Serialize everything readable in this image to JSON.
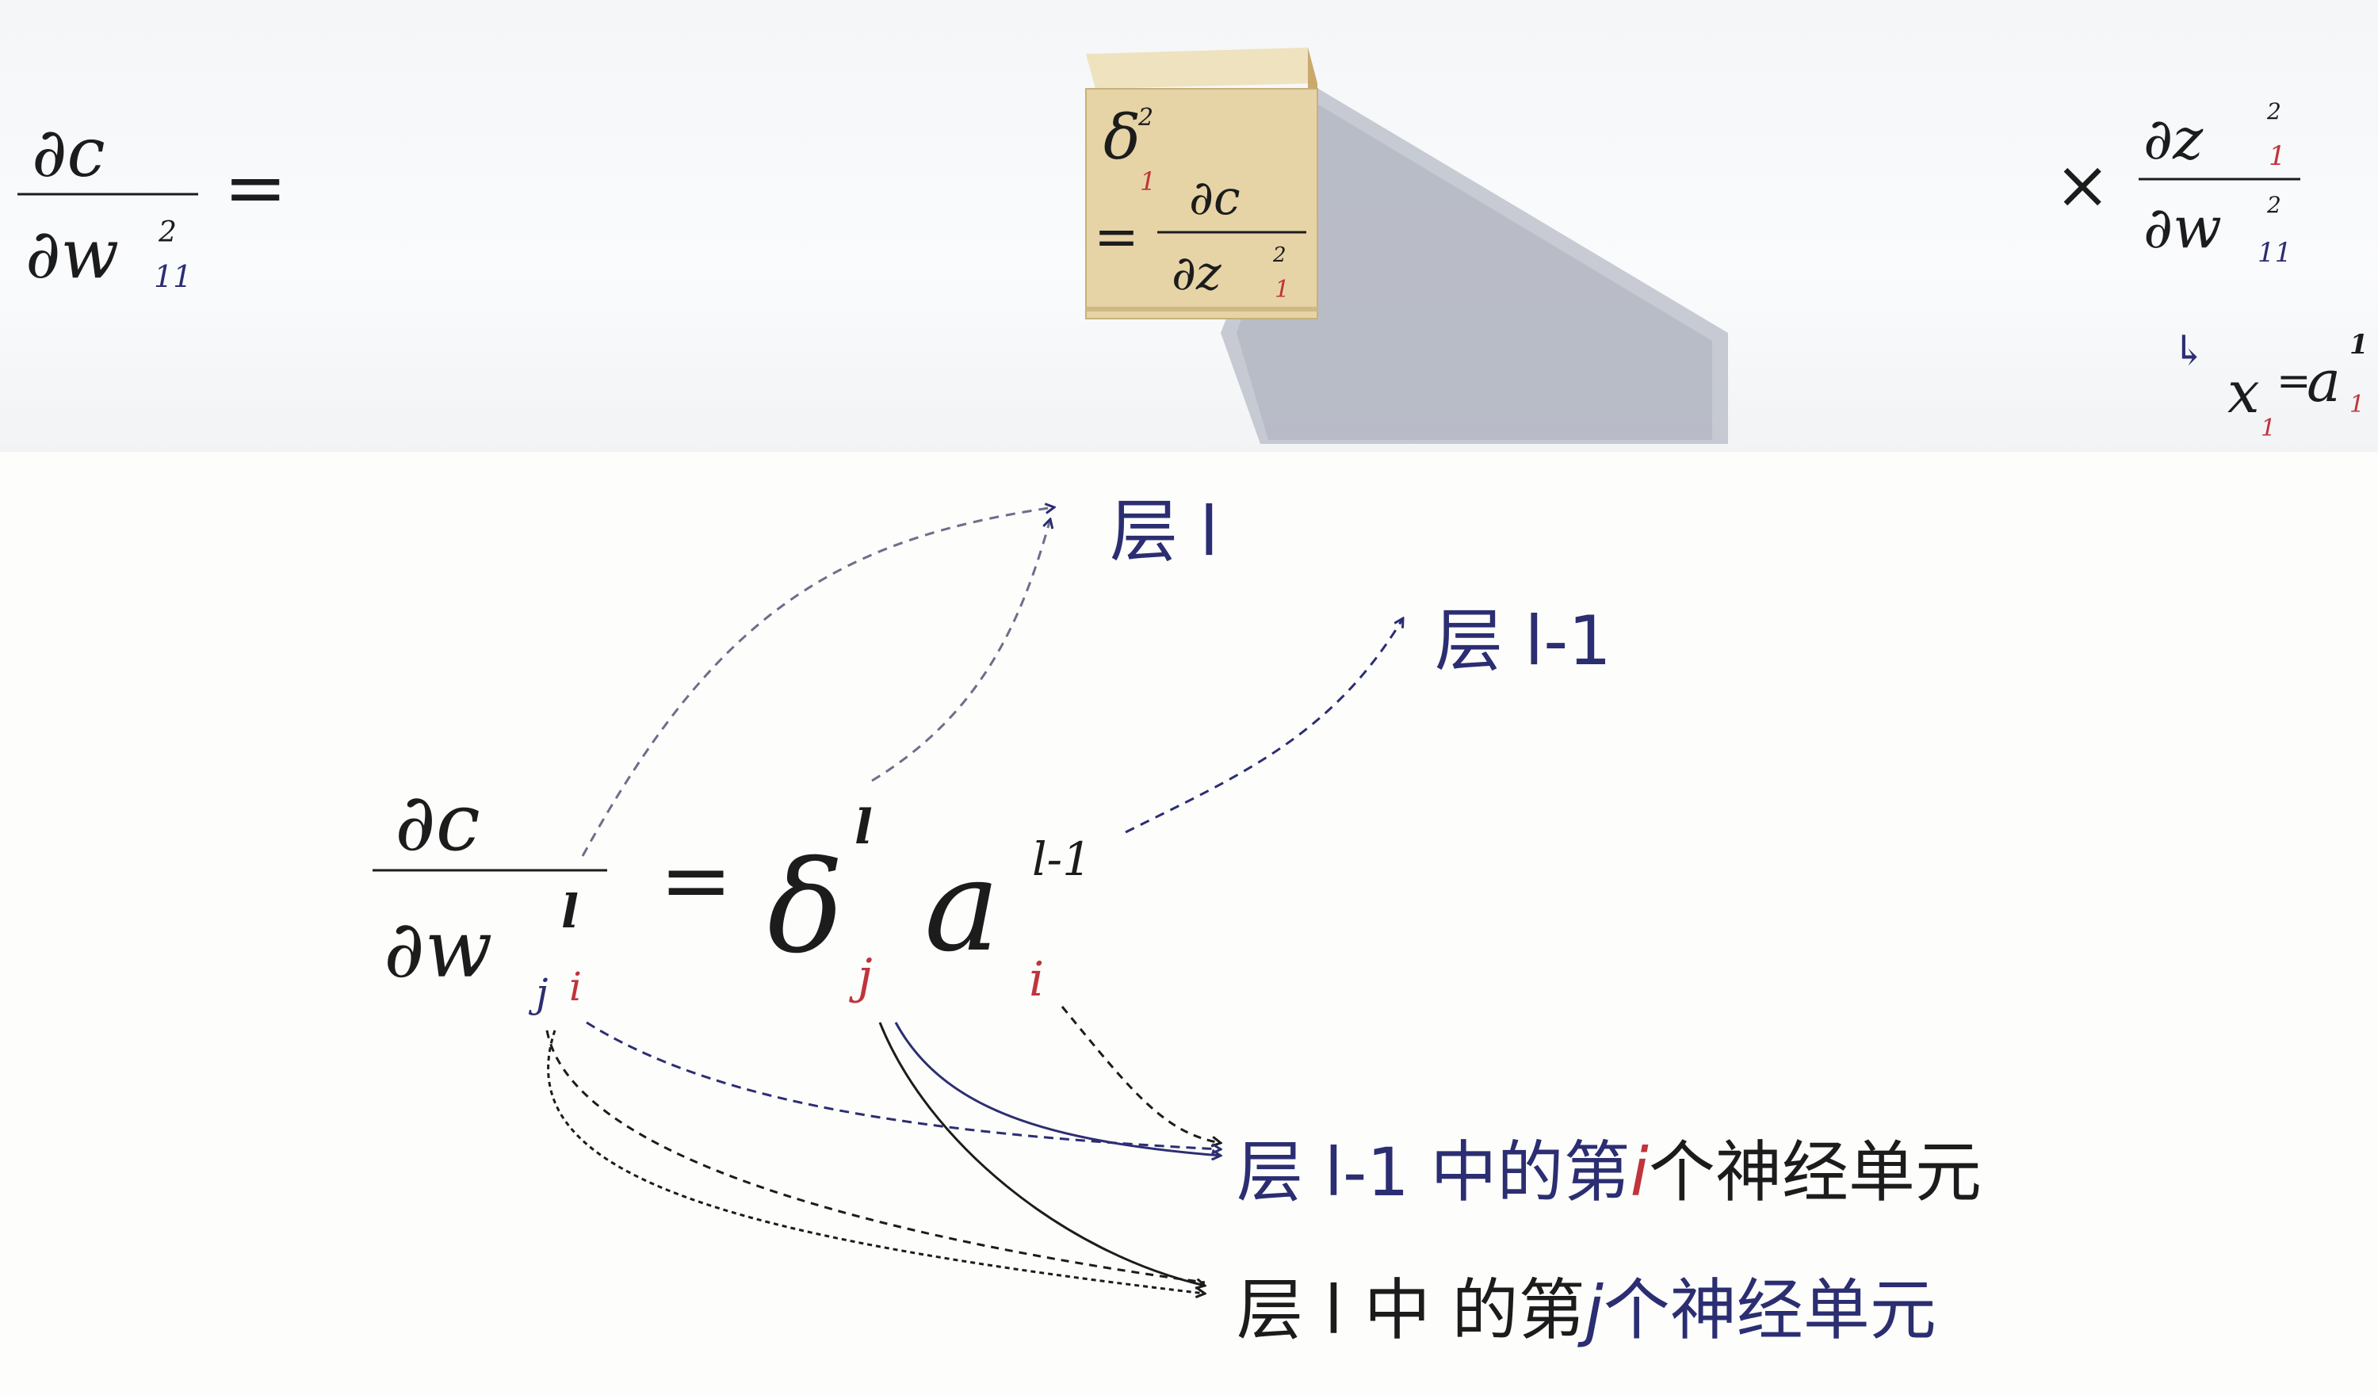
{
  "top": {
    "lhs": {
      "numerator": "∂c",
      "denominator": "∂w",
      "w_superscript": "2",
      "w_subscript": "11",
      "equals": "="
    },
    "cube": {
      "delta": "δ",
      "delta_superscript": "2",
      "delta_subscript": "1",
      "equals": "=",
      "numerator": "∂c",
      "denominator": "∂z",
      "z_superscript": "2",
      "z_subscript": "1"
    },
    "right_factor": {
      "times": "×",
      "numerator": "∂z",
      "num_superscript": "2",
      "num_subscript": "1",
      "denominator": "∂w",
      "den_superscript": "2",
      "den_subscript": "11"
    },
    "note": {
      "arrow": "↳",
      "x": "x",
      "x_subscript": "1",
      "equals": "=",
      "a": "a",
      "a_superscript": "1",
      "a_subscript": "1"
    }
  },
  "main": {
    "lhs": {
      "numerator": "∂c",
      "denominator": "∂w",
      "w_superscript": "l",
      "w_subscript_j": "j",
      "w_subscript_i": "i"
    },
    "equals": "=",
    "delta": "δ",
    "delta_superscript": "l",
    "delta_subscript": "j",
    "a": "a",
    "a_superscript": "l-1",
    "a_subscript": "i"
  },
  "labels": {
    "layer_l": "层 l",
    "layer_l_minus_1": "层 l-1",
    "neuron_i": {
      "prefix": "层 l-1 中的第",
      "index": "i",
      "suffix": "个神经单元"
    },
    "neuron_j": {
      "prefix": "层 l 中  的第",
      "index": "j",
      "suffix": "个神经单元"
    }
  },
  "colors": {
    "ink": "#1c1c1c",
    "navy": "#2c2e72",
    "red": "#c0343c",
    "cube": "#e4d3a8",
    "shadow": "#b8bcc6"
  }
}
